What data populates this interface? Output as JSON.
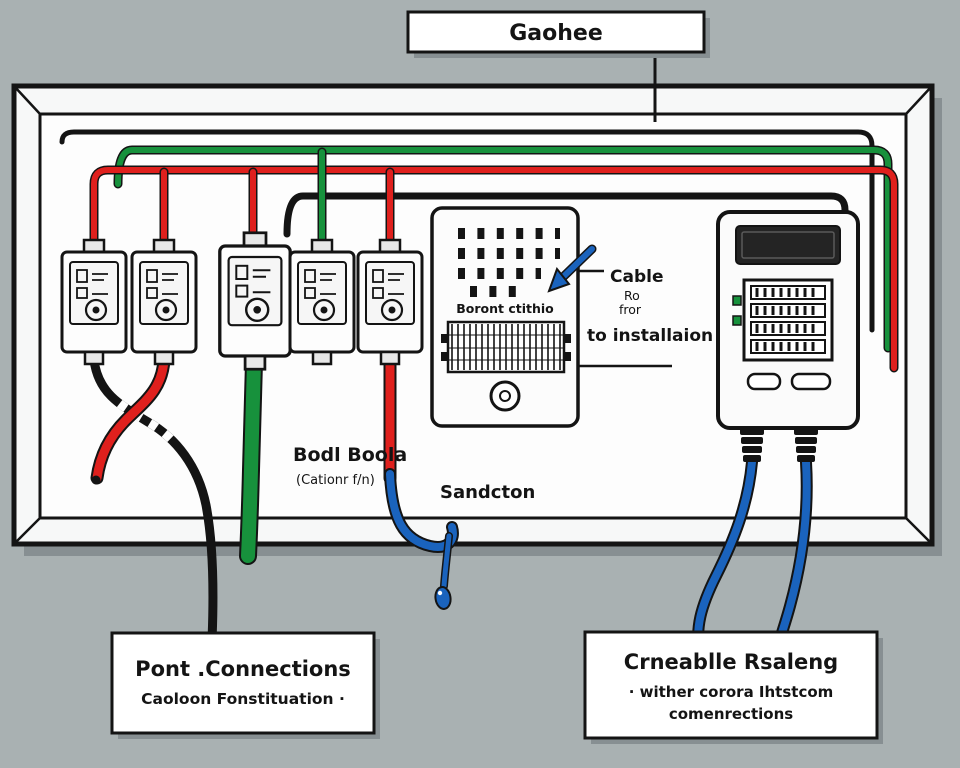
{
  "colors": {
    "background": "#a9b1b2",
    "panel_fill": "#f7f8f8",
    "wire_red": "#df201d",
    "wire_green": "#17913c",
    "wire_blue": "#1a63bd",
    "wire_black": "#141414"
  },
  "title_box": {
    "label": "Gaohee"
  },
  "panel": {
    "cable_note": {
      "line1": "Cable",
      "line2": "Ro",
      "line3": "fror",
      "line4": "to installaion"
    },
    "center_device": {
      "label": "Boront ctithio"
    },
    "body_note": {
      "line1": "Bodl Boola",
      "line2": "(Cationr f/n)"
    },
    "bottom_note": "Sandcton"
  },
  "callouts": {
    "bottom_left": {
      "line1": "Pont .Connections",
      "line2": "Caoloon Fonstituation ·"
    },
    "bottom_right": {
      "line1": "Crneablle Rsaleng",
      "line2": "· wither corora Ihtstcom",
      "line3": "comenrections"
    }
  }
}
